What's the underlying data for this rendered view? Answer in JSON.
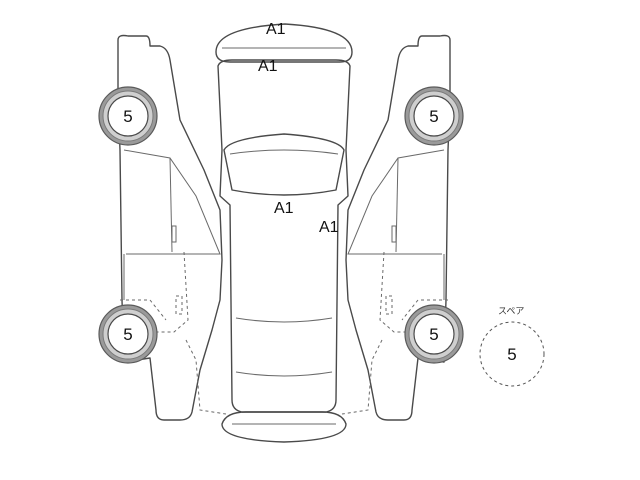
{
  "damage_marks": {
    "roof_rear_upper": "A1",
    "roof_rear_lower": "A1",
    "hood_center": "A1",
    "hood_right": "A1"
  },
  "tires": {
    "front_left": "5",
    "front_right": "5",
    "rear_left": "5",
    "rear_right": "5"
  },
  "spare": {
    "caption": "スペア",
    "value": "5"
  }
}
